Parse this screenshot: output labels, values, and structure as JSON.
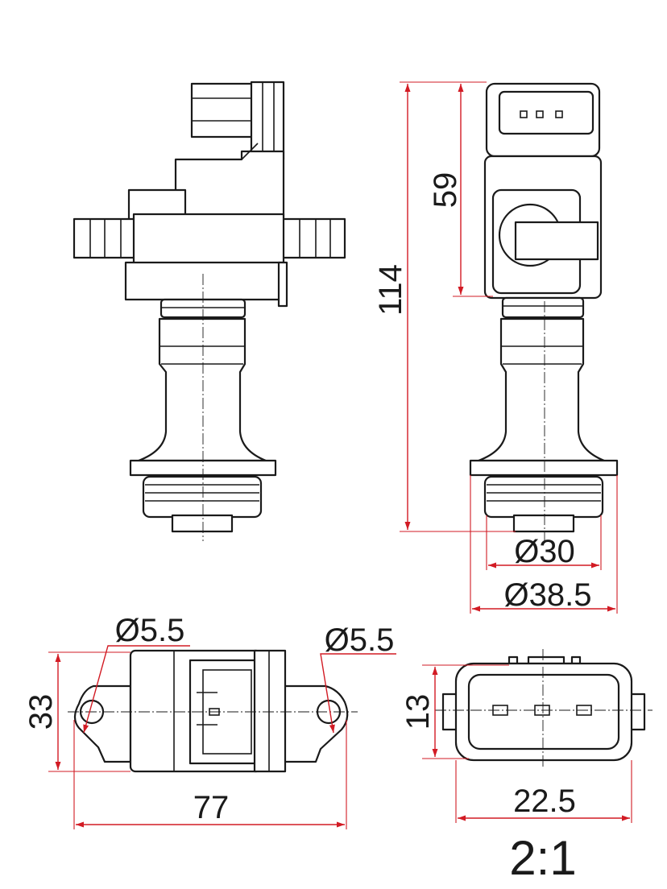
{
  "dimensions": {
    "overall_height": "114",
    "head_height": "59",
    "boot_diameter": "Ø30",
    "flange_diameter": "Ø38.5",
    "hole_diameter_left": "Ø5.5",
    "hole_diameter_right": "Ø5.5",
    "bracket_height": "33",
    "bracket_width": "77",
    "connector_height": "13",
    "connector_width": "22.5"
  },
  "scale": "2:1",
  "colors": {
    "outline": "#1a1a1a",
    "dimension": "#d21b24",
    "background": "#ffffff"
  }
}
